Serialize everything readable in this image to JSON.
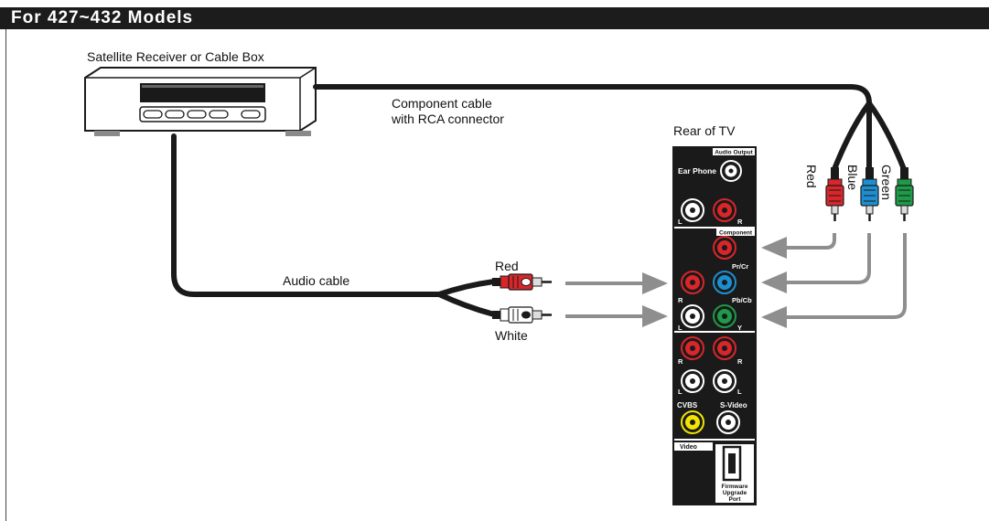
{
  "header": {
    "title": "For 427~432 Models"
  },
  "labels": {
    "source_device": "Satellite Receiver or Cable Box",
    "component_cable": [
      "Component cable",
      "with RCA connector"
    ],
    "rear_of_tv": "Rear of TV",
    "audio_cable": "Audio cable",
    "red_plug": "Red",
    "white_plug": "White",
    "component_plugs": [
      "Red",
      "Blue",
      "Green"
    ]
  },
  "tv_panel": {
    "audio_output": "Audio Output",
    "ear_phone": "Ear Phone",
    "component": "Component",
    "jack_letters": {
      "l": "L",
      "r": "R",
      "y": "Y"
    },
    "pr_cr": "Pr/Cr",
    "pb_cb": "Pb/Cb",
    "cvbs": "CVBS",
    "s_video": "S-Video",
    "video": "Video",
    "firmware": [
      "Firmware",
      "Upgrade",
      "Port"
    ]
  },
  "colors": {
    "red": "#d8262a",
    "blue": "#1d8fd0",
    "green": "#1e9a48",
    "yellow": "#f2e400",
    "white": "#ffffff",
    "cable": "#1a1a1a",
    "arrow": "#8e8e8e",
    "panel": "#1a1a1a"
  }
}
